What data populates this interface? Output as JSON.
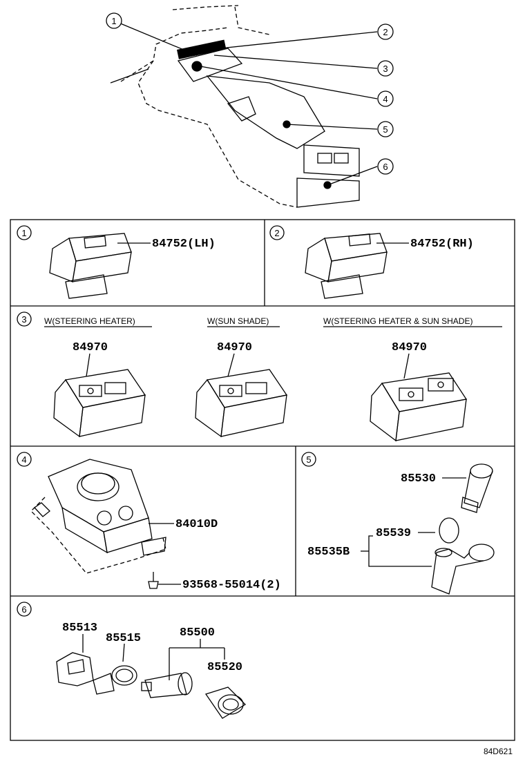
{
  "overview": {
    "callouts": [
      "1",
      "2",
      "3",
      "4",
      "5",
      "6"
    ]
  },
  "panels": {
    "p1": {
      "number": "1",
      "part": "84752(LH)"
    },
    "p2": {
      "number": "2",
      "part": "84752(RH)"
    },
    "p3": {
      "number": "3",
      "variants": [
        {
          "caption": "W(STEERING HEATER)",
          "part": "84970"
        },
        {
          "caption": "W(SUN SHADE)",
          "part": "84970"
        },
        {
          "caption": "W(STEERING HEATER & SUN SHADE)",
          "part": "84970"
        }
      ]
    },
    "p4": {
      "number": "4",
      "parts": [
        "84010D",
        "93568-55014(2)"
      ]
    },
    "p5": {
      "number": "5",
      "parts": [
        "85530",
        "85539",
        "85535B"
      ]
    },
    "p6": {
      "number": "6",
      "parts": [
        "85513",
        "85515",
        "85500",
        "85520"
      ]
    }
  },
  "footer": {
    "code": "84D621"
  }
}
